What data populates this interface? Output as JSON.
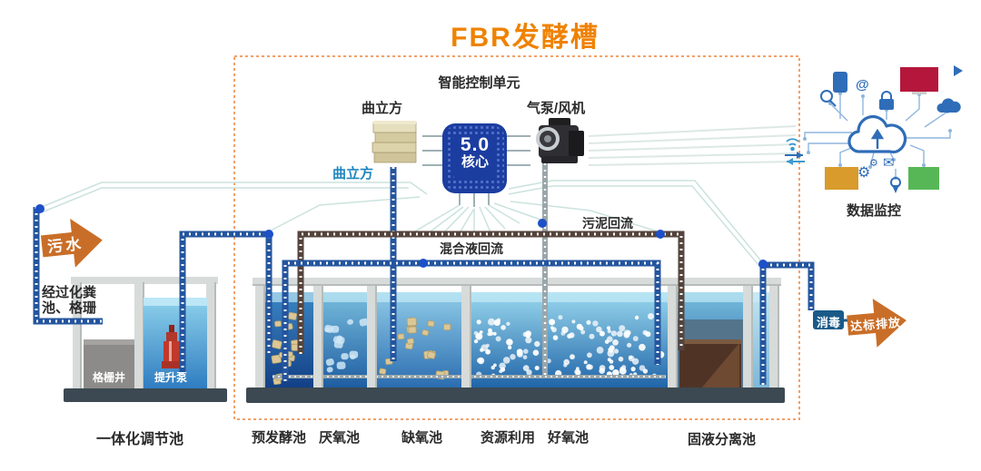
{
  "title": "FBR发酵槽",
  "control_unit": {
    "label": "智能控制单元",
    "cube_product": "曲立方",
    "cube_pipe_label": "曲立方",
    "air_pump": "气泵/风机",
    "chip_version": "5.0",
    "chip_core": "核心"
  },
  "monitoring": {
    "label": "数据监控"
  },
  "inflow": {
    "arrow": "污水",
    "note_line1": "经过化粪",
    "note_line2": "池、格珊"
  },
  "pretreatment": {
    "grid_well": "格栅井",
    "lift_pump": "提升泵",
    "tank_label": "一体化调节池"
  },
  "recirculation": {
    "sludge": "污泥回流",
    "mixed_liquor": "混合液回流"
  },
  "basins": [
    "预发酵池",
    "厌氧池",
    "缺氧池",
    "资源利用",
    "好氧池",
    "固液分离池"
  ],
  "outflow": {
    "disinfect": "消毒",
    "discharge": "达标排放"
  },
  "icons": {
    "gear_big": "⚙",
    "gear_small": "⚙",
    "mail": "✉",
    "at": "@"
  },
  "colors": {
    "accent_orange": "#ef8200",
    "arrow_orange": "#c96e28",
    "pipe_blue": "#24559e",
    "pipe_brown": "#55443c",
    "chip_blue": "#1c3da0",
    "badge_blue": "#1a5a88",
    "network_blue": "#2f6db8"
  }
}
